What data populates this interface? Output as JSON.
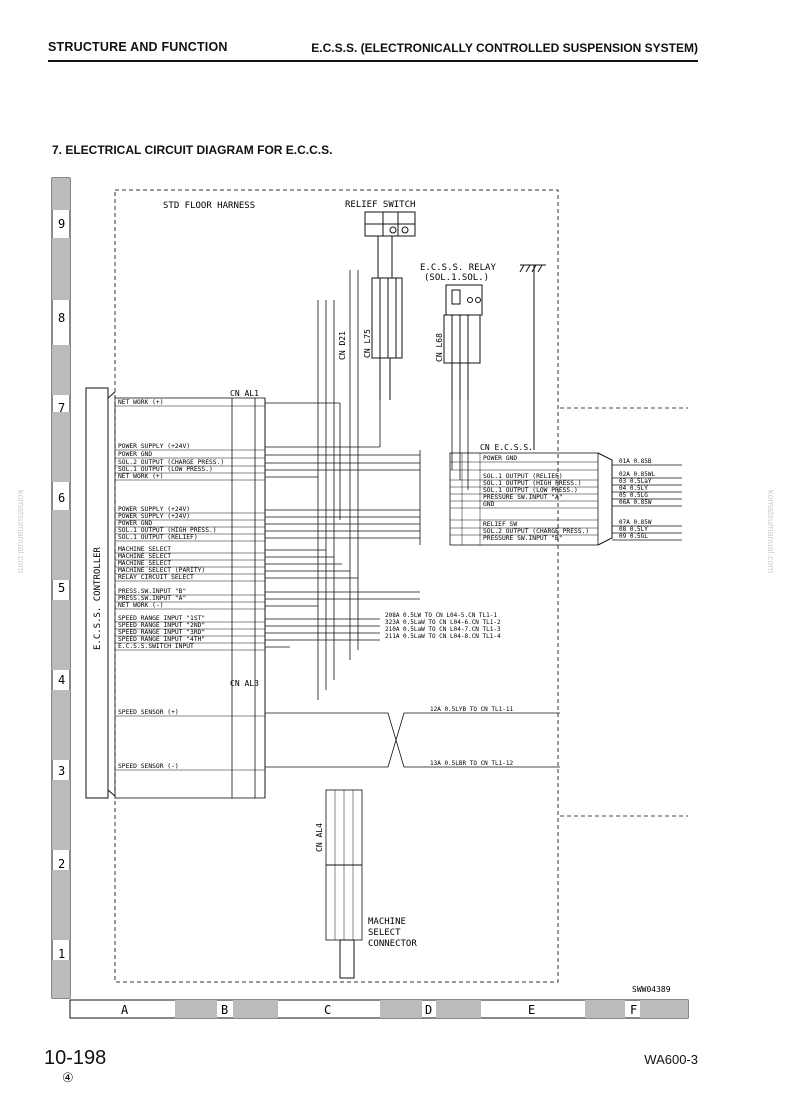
{
  "header": {
    "left": "STRUCTURE AND FUNCTION",
    "right": "E.C.S.S. (ELECTRONICALLY CONTROLLED SUSPENSION SYSTEM)"
  },
  "section_title": "7.  ELECTRICAL CIRCUIT DIAGRAM FOR E.C.C.S.",
  "diagram": {
    "std_floor_harness": "STD FLOOR HARNESS",
    "relief_switch": "RELIEF SWITCH",
    "eccs_relay": "E.C.S.S. RELAY",
    "eccs_relay_sub": "(SOL.1.SOL.)",
    "controller": "E.C.S.S. CONTROLLER",
    "cn_al1": "CN AL1",
    "cn_al3": "CN AL3",
    "cn_eccs": "CN E.C.S.S.",
    "cn_l75": "CN L75",
    "cn_l68": "CN L68",
    "cn_d21": "CN D21",
    "cn_al4": "CN AL4",
    "machine_select_connector": [
      "MACHINE",
      "SELECT",
      "CONNECTOR"
    ],
    "drawing_number": "SWW04389",
    "controller_pins": [
      "NET WORK (+)",
      "POWER SUPPLY (+24V)",
      "POWER GND",
      "SOL.2 OUTPUT (CHARGE PRESS.)",
      "SOL.1 OUTPUT (LOW PRESS.)",
      "NET WORK (+)",
      "POWER SUPPLY (+24V)",
      "POWER SUPPLY (+24V)",
      "POWER GND",
      "SOL.1 OUTPUT (HIGH PRESS.)",
      "SOL.1 OUTPUT (RELIEF)",
      "MACHINE SELECT",
      "MACHINE SELECT",
      "MACHINE SELECT",
      "MACHINE SELECT (PARITY)",
      "RELAY CIRCUIT SELECT",
      "PRESS.SW.INPUT \"B\"",
      "PRESS.SW.INPUT \"A\"",
      "NET WORK (-)",
      "SPEED RANGE INPUT \"1ST\"",
      "SPEED RANGE INPUT \"2ND\"",
      "SPEED RANGE INPUT \"3RD\"",
      "SPEED RANGE INPUT \"4TH\"",
      "E.C.S.S.SWITCH INPUT",
      "SPEED SENSOR (+)",
      "SPEED SENSOR (-)"
    ],
    "eccs_pins": [
      "POWER GND",
      "SOL.1 OUTPUT (RELIEF)",
      "SOL.1 OUTPUT (HIGH PRESS.)",
      "SOL.1 OUTPUT (LOW PRESS.)",
      "PRESSURE SW.INPUT \"A\"",
      "GND",
      "RELIEF SW",
      "SOL.2 OUTPUT (CHARGE PRESS.)",
      "PRESSURE SW.INPUT \"B\""
    ],
    "speed_range_targets": [
      "208A 0.5LW  TO CN L04-5.CN TL1-1",
      "323A 0.5LaW TO CN L04-6.CN TL1-2",
      "210A 0.5LaW TO CN L04-7.CN TL1-3",
      "211A 0.5LaW TO CN L04-8.CN TL1-4"
    ],
    "speed_sensor_targets": [
      "12A 0.5LYB  TO CN TL1-11",
      "13A 0.5LBR  TO CN TL1-12"
    ],
    "right_wires": [
      "01A 0.85B",
      "02A 0.85WL",
      "03 0.5LaY",
      "04 0.5LY",
      "05 0.5LG",
      "06A 0.85W",
      "07A 0.85W",
      "08 0.5LY",
      "09 0.5GL"
    ],
    "row_labels": [
      "9",
      "8",
      "7",
      "6",
      "5",
      "4",
      "3",
      "2",
      "1"
    ],
    "col_labels": [
      "A",
      "B",
      "C",
      "D",
      "E",
      "F"
    ]
  },
  "footer": {
    "page": "10-198",
    "revision": "④",
    "model": "WA600-3"
  },
  "watermark": "komatsumanual.com"
}
